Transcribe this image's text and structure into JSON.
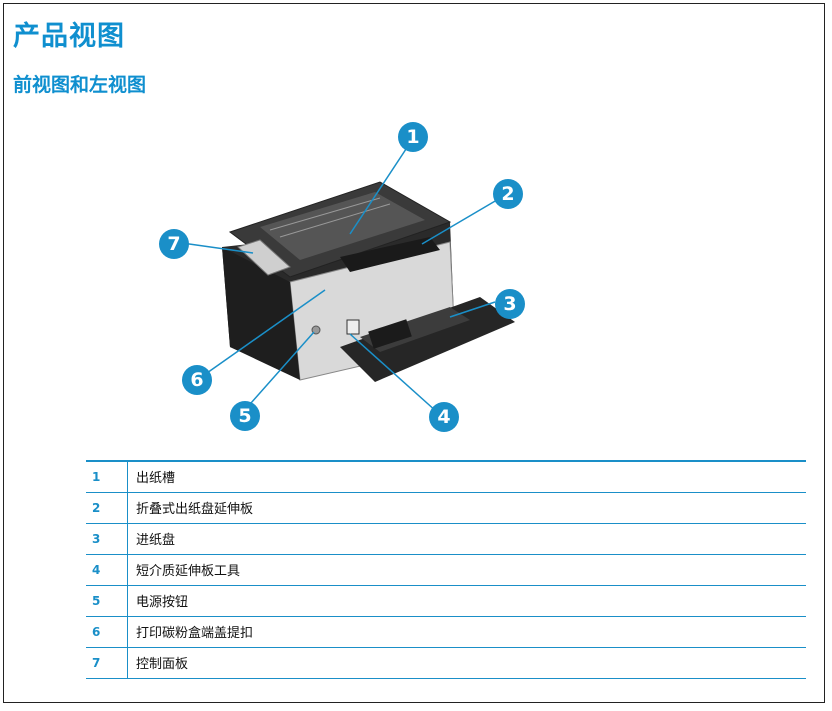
{
  "title": "产品视图",
  "subtitle": "前视图和左视图",
  "callouts": [
    "1",
    "2",
    "3",
    "4",
    "5",
    "6",
    "7"
  ],
  "legend": [
    {
      "num": "1",
      "label": "出纸槽"
    },
    {
      "num": "2",
      "label": "折叠式出纸盘延伸板"
    },
    {
      "num": "3",
      "label": "进纸盘"
    },
    {
      "num": "4",
      "label": "短介质延伸板工具"
    },
    {
      "num": "5",
      "label": "电源按钮"
    },
    {
      "num": "6",
      "label": "打印碳粉盒端盖提扣"
    },
    {
      "num": "7",
      "label": "控制面板"
    }
  ],
  "colors": {
    "accent": "#1a8fc8",
    "heading": "#0f8fcf"
  },
  "image": {
    "subject": "printer-front-left-view"
  }
}
